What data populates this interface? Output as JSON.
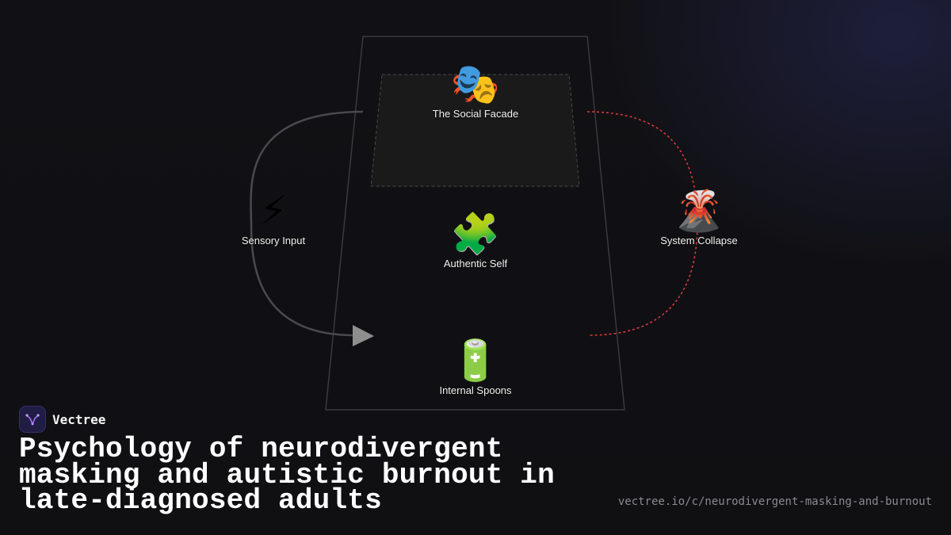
{
  "diagram": {
    "nodes": {
      "facade": {
        "icon": "performing-arts-masks-icon",
        "emoji": "🎭",
        "label": "The Social Facade"
      },
      "sensory": {
        "icon": "lightning-bolt-icon",
        "emoji": "⚡",
        "label": "Sensory Input"
      },
      "authentic": {
        "icon": "puzzle-piece-icon",
        "emoji": "🧩",
        "label": "Authentic Self"
      },
      "collapse": {
        "icon": "volcano-icon",
        "emoji": "🌋",
        "label": "System Collapse"
      },
      "spoons": {
        "icon": "battery-icon",
        "emoji": "🔋",
        "label": "Internal Spoons"
      }
    },
    "colors": {
      "outline": "#3a3a3e",
      "inner_fill": "#1a1a1b",
      "inner_border": "#4a4a4a",
      "input_flow": "#4a4a4e",
      "arrow": "#8e8e8e",
      "collapse_flow": "#e03b3b"
    }
  },
  "brand": {
    "name": "Vectree",
    "logo_color": "#1f1d44",
    "accent": "#a06cf0"
  },
  "title": "Psychology of neurodivergent masking and autistic burnout in late-diagnosed adults",
  "url": "vectree.io/c/neurodivergent-masking-and-burnout"
}
